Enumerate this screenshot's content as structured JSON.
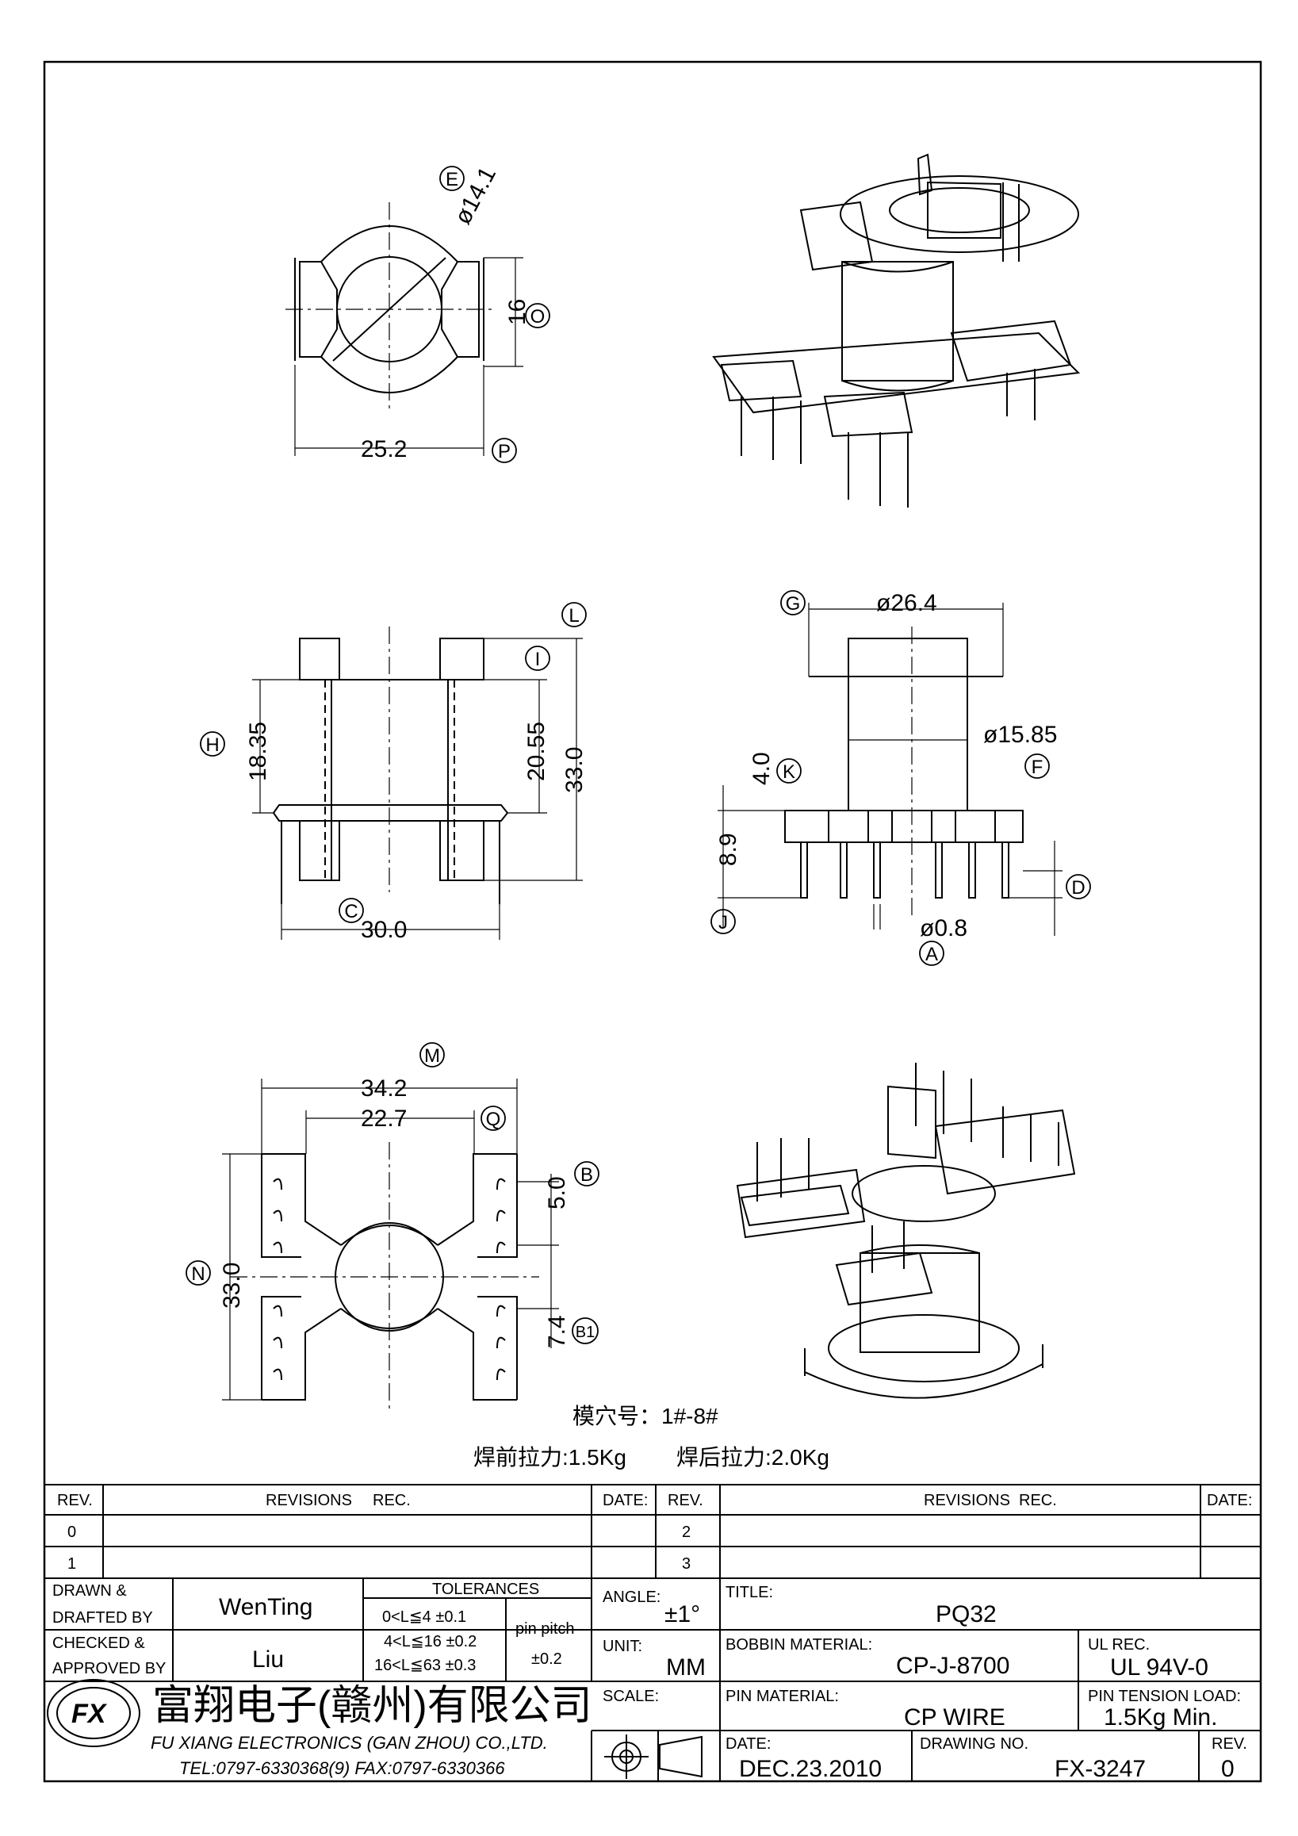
{
  "drawing": {
    "top_view_dims": {
      "dia": "ø14.1",
      "gap": "16",
      "width": "25.2"
    },
    "side_view_dims": {
      "h1": "18.35",
      "h2": "20.55",
      "total": "33.0",
      "span": "30.0"
    },
    "front_view_dims": {
      "flange": "ø26.4",
      "core": "ø15.85",
      "step": "4.0",
      "base": "8.9",
      "pin": "ø0.8"
    },
    "bottom_view_dims": {
      "outer": "34.2",
      "inner": "22.7",
      "height": "33.0",
      "pitch": "5.0",
      "b1": "7.4"
    },
    "callouts": {
      "A": "A",
      "B": "B",
      "B1": "B1",
      "C": "C",
      "D": "D",
      "E": "E",
      "F": "F",
      "G": "G",
      "H": "H",
      "I": "I",
      "J": "J",
      "K": "K",
      "L": "L",
      "M": "M",
      "N": "N",
      "O": "O",
      "P": "P",
      "Q": "Q"
    },
    "notes": {
      "cavity": "模穴号：1#-8#",
      "pull_before": "焊前拉力:1.5Kg",
      "pull_after": "焊后拉力:2.0Kg"
    }
  },
  "title_block": {
    "rev_label": "REV.",
    "revisions_label": "REVISIONS",
    "rec_label": "REC.",
    "date_label": "DATE:",
    "rev_rows_left": [
      "0",
      "1"
    ],
    "rev_rows_right": [
      "2",
      "3"
    ],
    "drawn_label_1": "DRAWN &",
    "drawn_label_2": "DRAFTED BY",
    "drawn_by": "WenTing",
    "checked_label_1": "CHECKED &",
    "checked_label_2": "APPROVED BY",
    "checked_by": "Liu",
    "tolerances_label": "TOLERANCES",
    "tol_rows": [
      "0<L≦4    ±0.1",
      "4<L≦16  ±0.2",
      "16<L≦63  ±0.3"
    ],
    "pin_pitch_label": "pin pitch",
    "pin_pitch_value": "±0.2",
    "angle_label": "ANGLE:",
    "angle_value": "±1°",
    "unit_label": "UNIT:",
    "unit_value": "MM",
    "scale_label": "SCALE:",
    "title_label": "TITLE:",
    "title_value": "PQ32",
    "bobbin_label": "BOBBIN MATERIAL:",
    "bobbin_value": "CP-J-8700",
    "ul_label": "UL REC.",
    "ul_value": "UL 94V-0",
    "pin_mat_label": "PIN MATERIAL:",
    "pin_mat_value": "CP WIRE",
    "tension_label": "PIN TENSION LOAD:",
    "tension_value": "1.5Kg Min.",
    "date_value": "DEC.23.2010",
    "drawing_no_label": "DRAWING NO.",
    "drawing_no_value": "FX-3247",
    "rev_value": "0",
    "company_cn": "富翔电子(赣州)有限公司",
    "company_en": "FU XIANG ELECTRONICS (GAN ZHOU) CO.,LTD.",
    "company_tel": "TEL:0797-6330368(9)  FAX:0797-6330366",
    "logo_text": "FX"
  }
}
